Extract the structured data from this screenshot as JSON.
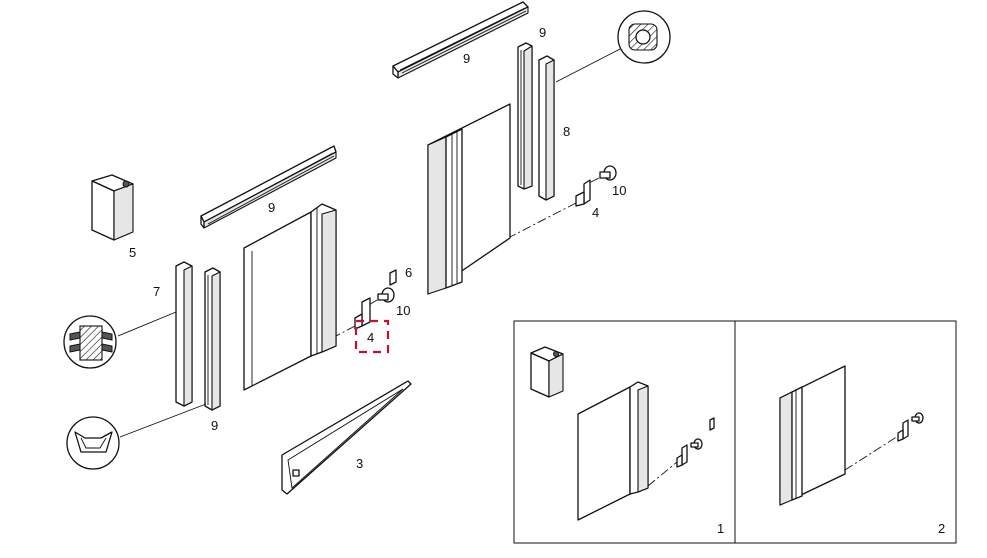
{
  "diagram": {
    "callouts": {
      "rail_top_label": "9",
      "rail_mid_label": "9",
      "profile_right_top_label": "9",
      "profile_left_bottom_label": "9",
      "insert_right_label": "8",
      "insert_left_label": "7",
      "cap_label": "5",
      "clip_label": "6",
      "screw_left_label": "10",
      "screw_right_label": "10",
      "bracket_left_label": "4",
      "bracket_right_label": "4",
      "wedge_label": "3"
    },
    "inset_panels": [
      {
        "label": "1"
      },
      {
        "label": "2"
      }
    ],
    "highlight": {
      "color": "#c8102e",
      "target": "bracket_left"
    }
  }
}
